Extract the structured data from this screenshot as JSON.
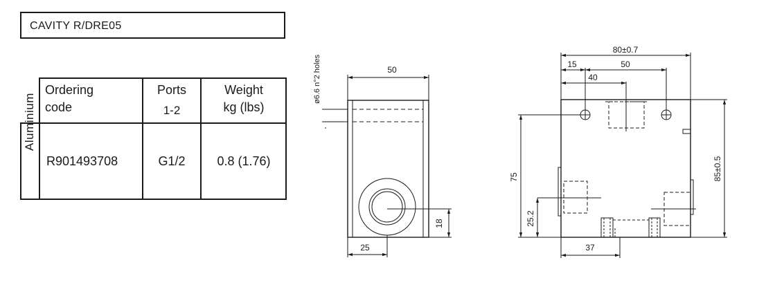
{
  "header": {
    "title": "CAVITY R/DRE05"
  },
  "table": {
    "columns": [
      {
        "line1": "Ordering",
        "line2": "code"
      },
      {
        "line1": "Ports",
        "line2": "1-2"
      },
      {
        "line1": "Weight",
        "line2": "kg (lbs)"
      }
    ],
    "row_label": "Aluminium",
    "row": {
      "code": "R901493708",
      "ports": "G1/2",
      "weight": "0.8 (1.76)"
    }
  },
  "front_view": {
    "hole_label": "ø6.6 n°2 holes",
    "width_dim": "50",
    "port_height_dim": "18",
    "port_offset_dim": "25"
  },
  "side_view": {
    "overall_width_dim": "80±0.7",
    "hole_offset_dim": "15",
    "hole_spacing_dim": "50",
    "port_offset_dim": "40",
    "height_dim": "75",
    "overall_height_dim": "85±0.5",
    "lower_height_dim": "25.2",
    "bottom_port_dim": "37"
  },
  "colors": {
    "line": "#1a1a1a",
    "background": "#ffffff"
  }
}
